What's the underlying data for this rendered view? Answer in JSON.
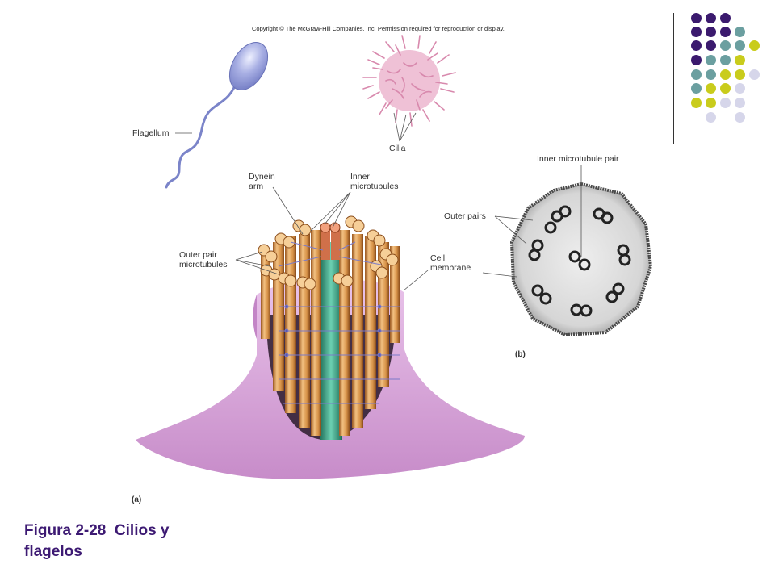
{
  "copyright": "Copyright © The McGraw-Hill Companies, Inc. Permission required for reproduction or display.",
  "labels": {
    "flagellum": "Flagellum",
    "cilia": "Cilia",
    "dynein_arm": [
      "Dynein",
      "arm"
    ],
    "inner_microtubules": [
      "Inner",
      "microtubules"
    ],
    "outer_pair_microtubules": [
      "Outer pair",
      "microtubules"
    ],
    "inner_microtubule_pair": "Inner microtubule pair",
    "outer_pairs": "Outer pairs",
    "cell_membrane": [
      "Cell",
      "membrane"
    ],
    "panel_a": "(a)",
    "panel_b": "(b)"
  },
  "caption": [
    "Figura 2-28  Cilios y",
    "flagelos"
  ],
  "colors": {
    "dark_purple": "#3b1a6e",
    "teal": "#6b9fa0",
    "yellow_green": "#c9cc1c",
    "lavender": "#d6d6ea",
    "flagellum_body": "#a9b0e4",
    "cilia_pink": "#d889ad",
    "membrane_pink": "#d8a5d8",
    "microtubule_orange": "#d8944a",
    "core_teal": "#43a88a",
    "caption_purple": "#3d1a73"
  }
}
